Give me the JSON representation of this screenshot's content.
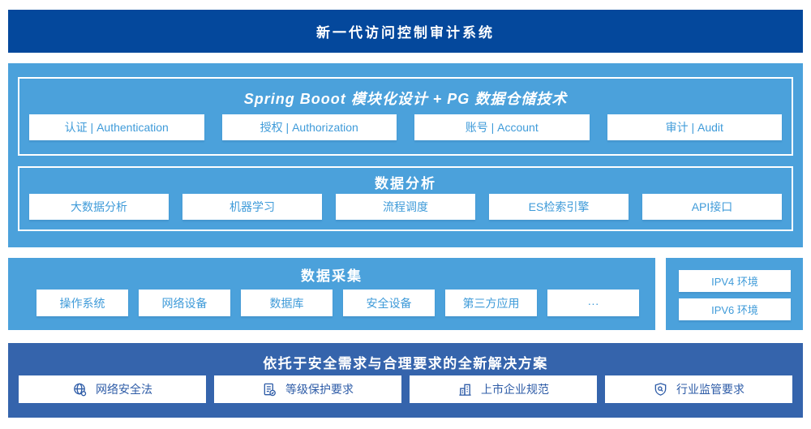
{
  "colors": {
    "navy": "#04489C",
    "light_blue": "#4BA1DB",
    "mid_blue": "#3564AC",
    "box_text": "#3F9BD9",
    "solution_text": "#2E5CA7"
  },
  "header": {
    "title": "新一代访问控制审计系统"
  },
  "platform": {
    "springboot": {
      "title": "Spring Booot 模块化设计 + PG 数据仓储技术",
      "items": [
        "认证 | Authentication",
        "授权 | Authorization",
        "账号 | Account",
        "审计 | Audit"
      ]
    },
    "analysis": {
      "title": "数据分析",
      "items": [
        "大数据分析",
        "机器学习",
        "流程调度",
        "ES检索引擎",
        "API接口"
      ]
    }
  },
  "collection": {
    "title": "数据采集",
    "items": [
      "操作系统",
      "网络设备",
      "数据库",
      "安全设备",
      "第三方应用",
      "···"
    ]
  },
  "environment": {
    "items": [
      "IPV4 环境",
      "IPV6 环境"
    ]
  },
  "solution": {
    "title": "依托于安全需求与合理要求的全新解决方案",
    "items": [
      {
        "icon": "globe-icon",
        "label": "网络安全法"
      },
      {
        "icon": "checklist-icon",
        "label": "等级保护要求"
      },
      {
        "icon": "building-icon",
        "label": "上市企业规范"
      },
      {
        "icon": "shield-magnifier-icon",
        "label": "行业监管要求"
      }
    ]
  }
}
